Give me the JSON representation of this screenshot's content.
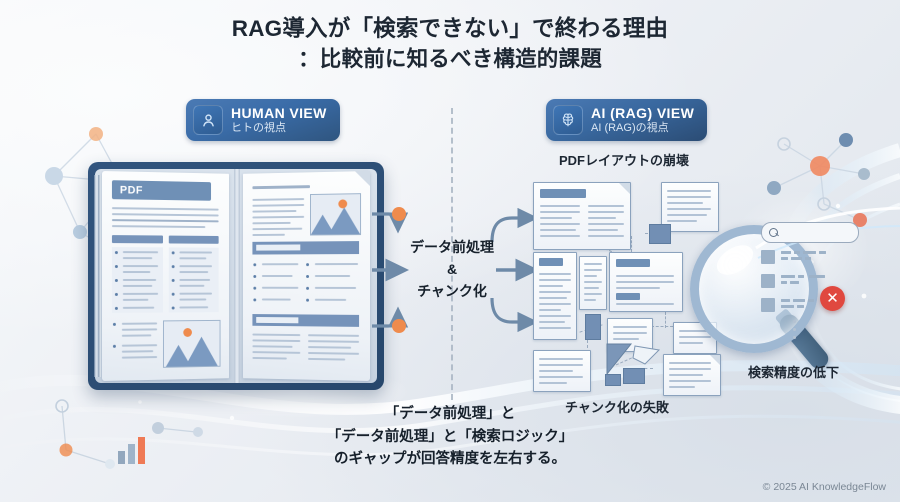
{
  "title": {
    "line1": "RAG導入が「検索できない」で終わる理由",
    "line2": "：比較前に知るべき構造的課題"
  },
  "badges": {
    "human": {
      "icon": "person-icon",
      "en": "HUMAN VIEW",
      "jp": "ヒトの視点"
    },
    "ai": {
      "icon": "brain-icon",
      "en": "AI (RAG) VIEW",
      "jp": "AI (RAG)の視点"
    }
  },
  "book": {
    "tag": "PDF"
  },
  "flow": {
    "label_line1": "データ前処理",
    "label_line2": "&",
    "label_line3": "チャンク化"
  },
  "right_labels": {
    "layout": "PDFレイアウトの崩壊",
    "chunk": "チャンク化の失敗",
    "accuracy": "検索精度の低下"
  },
  "search_panel": {
    "placeholder": "",
    "error_icon": "error-x-icon",
    "search_icon": "search-icon"
  },
  "bottom_note": {
    "line1": "「データ前処理」と",
    "line2": "「データ前処理」と「検索ロジック」",
    "line3": "のギャップが回答精度を左右する。"
  },
  "footer": "© 2025 AI KnowledgeFlow",
  "colors": {
    "accent_blue": "#3a6ca8",
    "deep_navy": "#2f557e",
    "orange": "#ef8b4d",
    "error_red": "#e0483f",
    "text_dark": "#1d2733",
    "page_bg": "#eef1f5"
  }
}
